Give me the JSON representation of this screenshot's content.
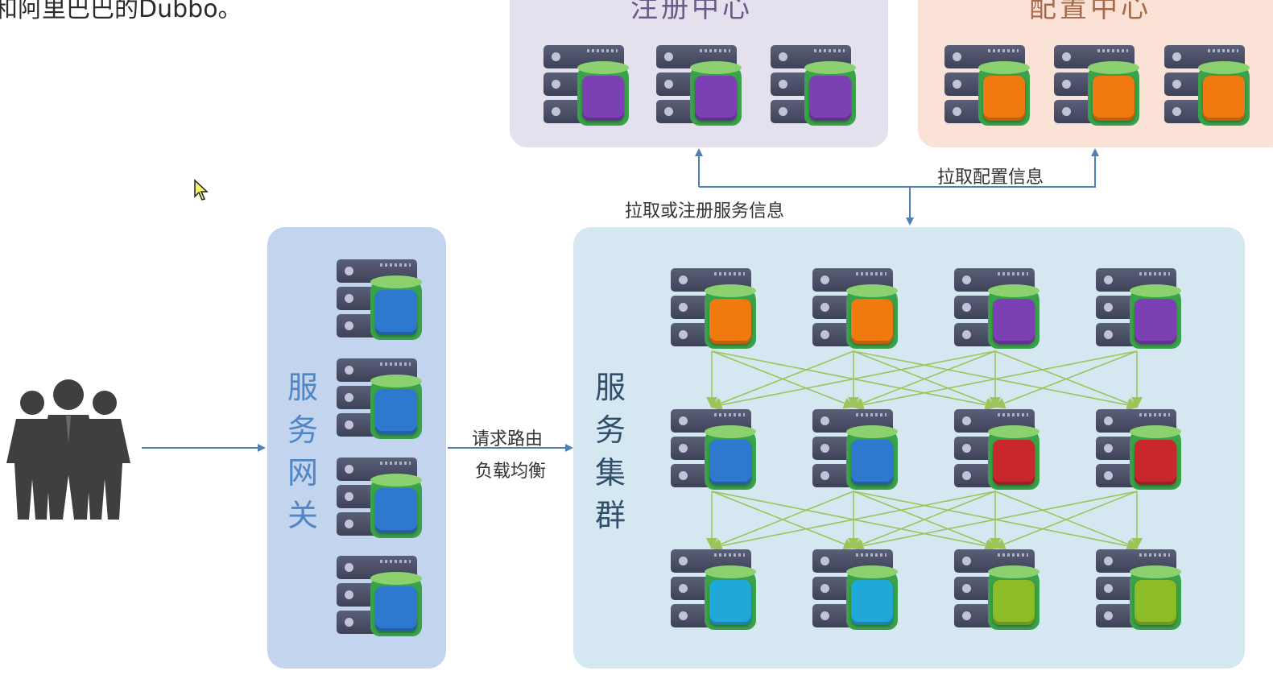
{
  "header": {
    "caption": "和阿里巴巴的Dubbo。"
  },
  "registry": {
    "title": "注册中心"
  },
  "config": {
    "title": "配置中心"
  },
  "gateway": {
    "title": "服务网关"
  },
  "cluster": {
    "title": "服务集群"
  },
  "edges": {
    "register_label": "拉取或注册服务信息",
    "config_label": "拉取配置信息",
    "route_line1": "请求路由",
    "route_line2": "负载均衡"
  },
  "colors": {
    "purple": "#7c3fb4",
    "orange": "#f07a10",
    "blue": "#2f78d0",
    "red": "#c8282c",
    "cyan": "#1fa8d8",
    "lime": "#8cbc26",
    "connector_green": "#9cc45a",
    "arrow_blue": "#4f7fb8"
  },
  "icons": {
    "users": "users-group-icon",
    "cursor": "mouse-pointer-icon",
    "server": "server-rack-icon"
  },
  "servers": {
    "registry": [
      "purple",
      "purple",
      "purple"
    ],
    "config": [
      "orange",
      "orange",
      "orange"
    ],
    "gateway": [
      "blue",
      "blue",
      "blue",
      "blue"
    ],
    "cluster_row1": [
      "orange",
      "orange",
      "purple",
      "purple"
    ],
    "cluster_row2": [
      "blue",
      "blue",
      "red",
      "red"
    ],
    "cluster_row3": [
      "cyan",
      "cyan",
      "lime",
      "lime"
    ]
  }
}
